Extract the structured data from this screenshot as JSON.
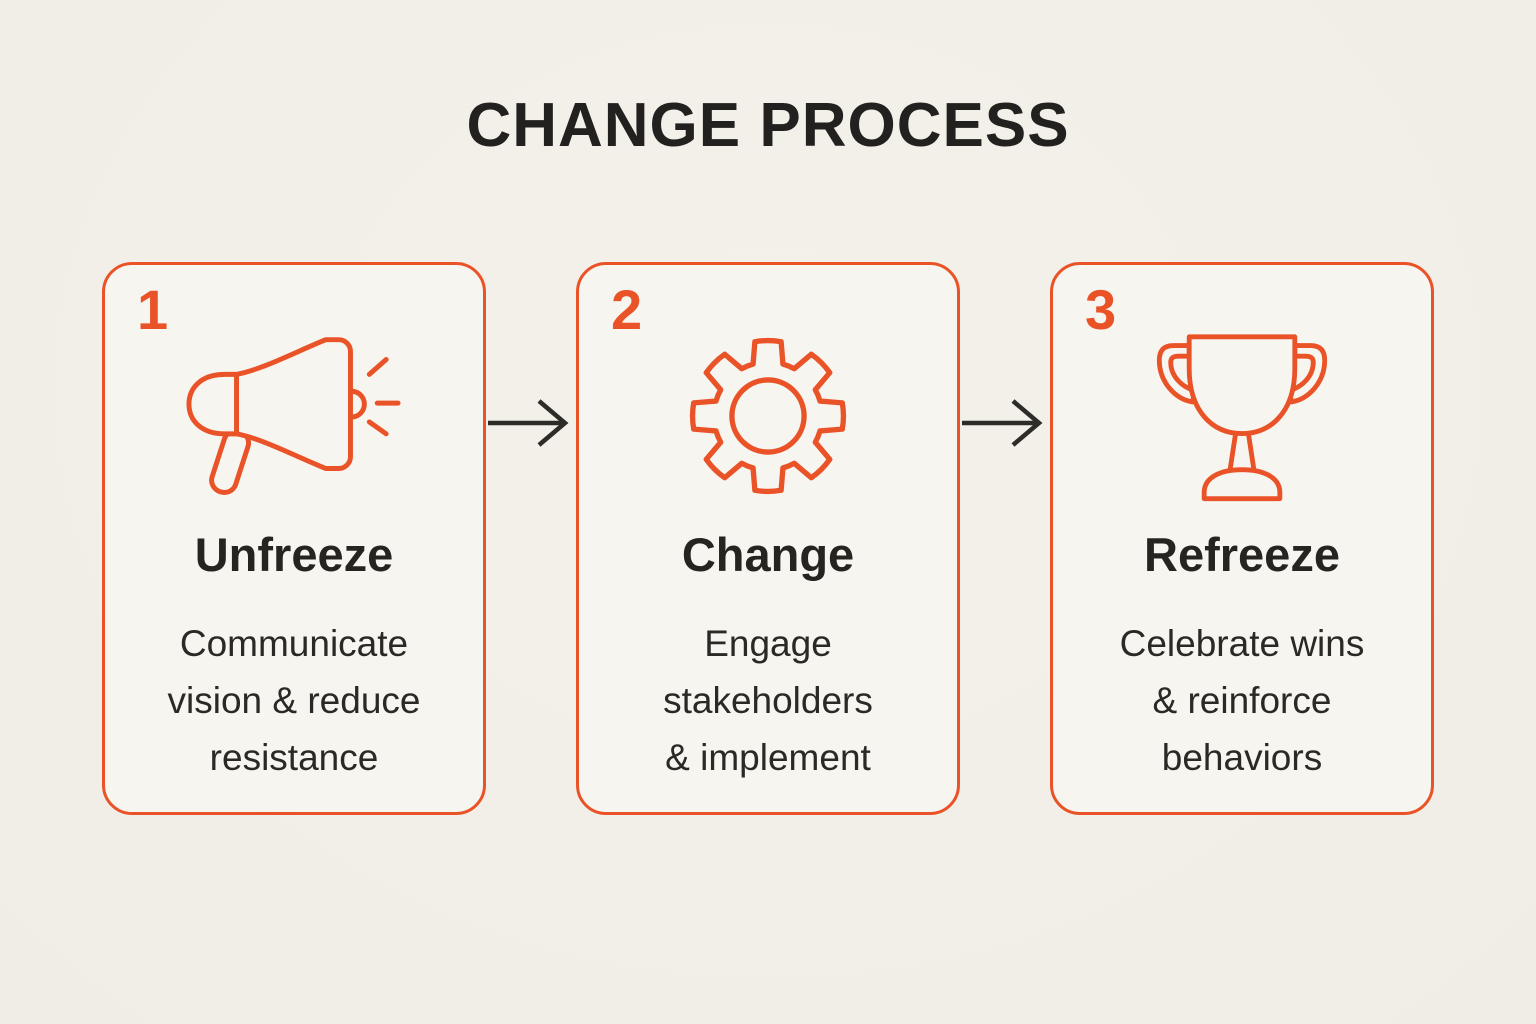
{
  "title": "CHANGE PROCESS",
  "steps": [
    {
      "number": "1",
      "icon": "megaphone-icon",
      "title": "Unfreeze",
      "description": "Communicate\nvision & reduce\nresistance"
    },
    {
      "number": "2",
      "icon": "gear-icon",
      "title": "Change",
      "description": "Engage\nstakeholders\n& implement"
    },
    {
      "number": "3",
      "icon": "trophy-icon",
      "title": "Refreeze",
      "description": "Celebrate wins\n& reinforce\nbehaviors"
    }
  ],
  "arrows": [
    {
      "direction": "right"
    },
    {
      "direction": "right"
    }
  ],
  "colors": {
    "accent": "#EA5328",
    "ink": "#2B2926",
    "title_ink": "#232120",
    "background": "#F2EFE8",
    "card_background": "#F7F5EF",
    "arrow": "#2E2C29"
  }
}
